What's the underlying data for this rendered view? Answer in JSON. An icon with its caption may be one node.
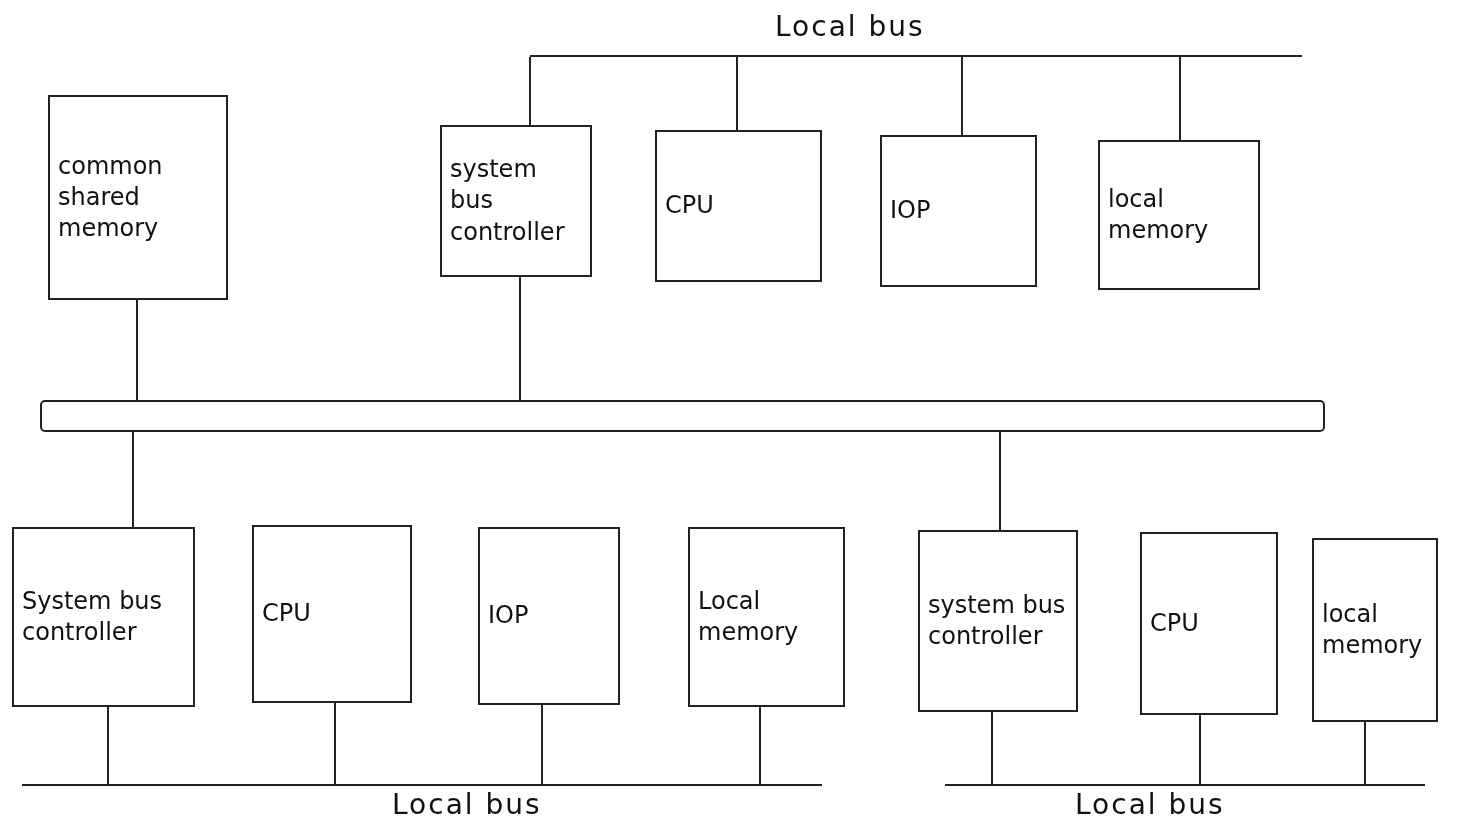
{
  "diagram": {
    "nodes": [
      {
        "text": [
          "Local bus"
        ]
      },
      {
        "text": [
          "common shared memory"
        ]
      },
      {
        "text": [
          "system bus controller"
        ]
      },
      {
        "text": [
          "CPU"
        ]
      },
      {
        "text": [
          "IOP"
        ]
      },
      {
        "text": [
          "local memory"
        ]
      },
      {
        "text": [],
        "shape": "bar"
      },
      {
        "text": [
          "System bus controller"
        ]
      },
      {
        "text": [
          "CPU"
        ]
      },
      {
        "text": [
          "IOP"
        ]
      },
      {
        "text": [
          "Local memory"
        ]
      },
      {
        "text": [
          "system bus controller"
        ]
      },
      {
        "text": [
          "CPU"
        ]
      },
      {
        "text": [
          "local memory"
        ]
      },
      {
        "text": [
          "Local bus"
        ]
      },
      {
        "text": [
          "Local bus"
        ]
      }
    ],
    "edges": [
      {
        "from": 0,
        "to": 2,
        "arrow": "none"
      },
      {
        "from": 0,
        "to": 3,
        "arrow": "none"
      },
      {
        "from": 0,
        "to": 4,
        "arrow": "none"
      },
      {
        "from": 0,
        "to": 5,
        "arrow": "none"
      },
      {
        "from": 1,
        "to": 6,
        "arrow": "none"
      },
      {
        "from": 2,
        "to": 6,
        "arrow": "none"
      },
      {
        "from": 6,
        "to": 7,
        "arrow": "none"
      },
      {
        "from": 6,
        "to": 11,
        "arrow": "none"
      },
      {
        "from": 7,
        "to": 14,
        "arrow": "none"
      },
      {
        "from": 8,
        "to": 14,
        "arrow": "none"
      },
      {
        "from": 9,
        "to": 14,
        "arrow": "none"
      },
      {
        "from": 10,
        "to": 14,
        "arrow": "none"
      },
      {
        "from": 11,
        "to": 15,
        "arrow": "none"
      },
      {
        "from": 12,
        "to": 15,
        "arrow": "none"
      },
      {
        "from": 13,
        "to": 15,
        "arrow": "none"
      }
    ]
  }
}
